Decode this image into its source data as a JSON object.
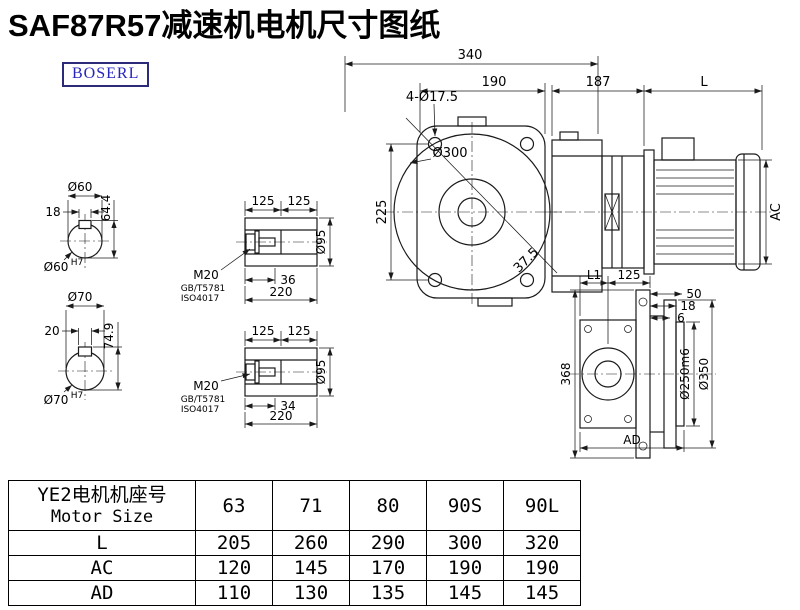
{
  "page": {
    "title": "SAF87R57减速机电机尺寸图纸",
    "brand": "BOSERL"
  },
  "dims": {
    "front": {
      "overall_width": "340",
      "bolt_spacing": "190",
      "bolt_holes": "4-Ø17.5",
      "flange_dia": "Ø300",
      "center_height": "225",
      "angle": "37.5"
    },
    "side": {
      "gear_length": "187",
      "motor_length": "L",
      "motor_dia": "AC"
    },
    "shaft60": {
      "dia": "Ø60",
      "key_width": "18",
      "key_height": "64.4",
      "bore": "Ø60",
      "bore_tol": "H7"
    },
    "shaft70": {
      "dia": "Ø70",
      "key_width": "20",
      "key_height": "74.9",
      "bore": "Ø70",
      "bore_tol": "H7"
    },
    "hollow_top": {
      "seg_a": "125",
      "seg_b": "125",
      "thread": "M20",
      "std_gb": "GB/T5781",
      "std_iso": "ISO4017",
      "depth": "36",
      "length": "220",
      "outer_dia": "Ø95"
    },
    "hollow_bottom": {
      "seg_a": "125",
      "seg_b": "125",
      "thread": "M20",
      "std_gb": "GB/T5781",
      "std_iso": "ISO4017",
      "depth": "34",
      "length": "220",
      "outer_dia": "Ø95"
    },
    "output": {
      "l1": "L1",
      "d125": "125",
      "d50": "50",
      "d18": "18",
      "d6": "6",
      "height": "368",
      "spigot_dia": "Ø250m6",
      "flange_dia": "Ø350",
      "width": "AD"
    }
  },
  "table": {
    "header": {
      "label_cn": "YE2电机机座号",
      "label_en": "Motor Size",
      "sizes": [
        "63",
        "71",
        "80",
        "90S",
        "90L"
      ]
    },
    "rows": [
      {
        "name": "L",
        "values": [
          "205",
          "260",
          "290",
          "300",
          "320"
        ]
      },
      {
        "name": "AC",
        "values": [
          "120",
          "145",
          "170",
          "190",
          "190"
        ]
      },
      {
        "name": "AD",
        "values": [
          "110",
          "130",
          "135",
          "145",
          "145"
        ]
      }
    ]
  }
}
